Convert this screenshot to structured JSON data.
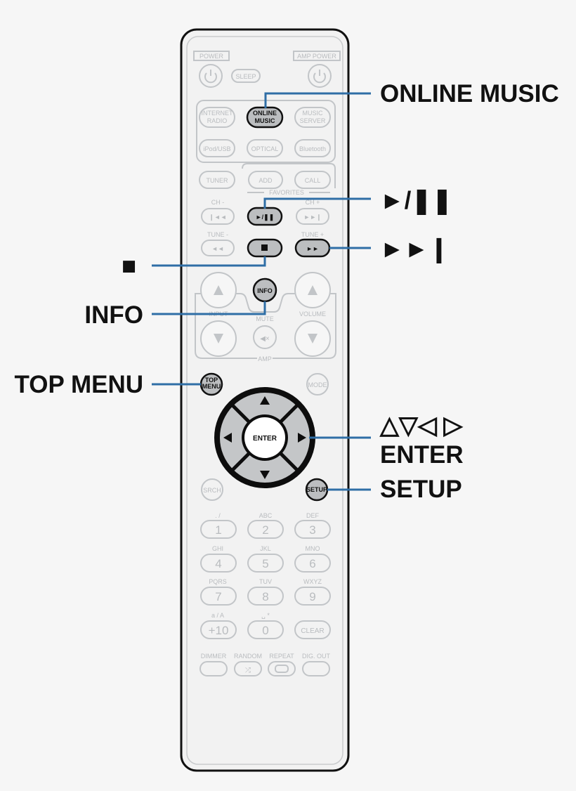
{
  "remote": {
    "power_label": "POWER",
    "amp_power_label": "AMP POWER",
    "sleep_label": "SLEEP",
    "source_buttons": [
      "INTERNET RADIO",
      "ONLINE MUSIC",
      "MUSIC SERVER",
      "iPod/USB",
      "OPTICAL",
      "Bluetooth",
      "TUNER",
      "ADD",
      "CALL"
    ],
    "favorites_label": "FAVORITES",
    "ch_minus_label": "CH -",
    "ch_plus_label": "CH +",
    "tune_minus_label": "TUNE -",
    "tune_plus_label": "TUNE +",
    "play_pause_glyph": "►/❚❚",
    "stop_glyph": "■",
    "fast_forward_glyph": "►►",
    "rewind_glyph": "◄◄",
    "info_label": "INFO",
    "input_label": "INPUT",
    "mute_label": "MUTE",
    "volume_label": "VOLUME",
    "amp_label": "AMP",
    "top_menu_label": "TOP MENU",
    "mode_label": "MODE",
    "enter_label": "ENTER",
    "search_label": "SRCH",
    "setup_label": "SETUP",
    "number_letters": [
      ". /",
      "ABC",
      "DEF",
      "GHI",
      "JKL",
      "MNO",
      "PQRS",
      "TUV",
      "WXYZ",
      "a / A",
      "␣ *"
    ],
    "number_keys": [
      "1",
      "2",
      "3",
      "4",
      "5",
      "6",
      "7",
      "8",
      "9",
      "+10",
      "0"
    ],
    "clear_label": "CLEAR",
    "bottom_labels": [
      "DIMMER",
      "RANDOM",
      "REPEAT",
      "DIG. OUT"
    ]
  },
  "callouts": {
    "online_music": "ONLINE MUSIC",
    "play_pause": "►/❚❚",
    "skip_next": "►►❙",
    "stop": "■",
    "info": "INFO",
    "top_menu": "TOP MENU",
    "cursor": "△▽◁ ▷",
    "enter": "ENTER",
    "setup": "SETUP"
  },
  "colors": {
    "leader_line": "#2f6ea6",
    "highlight_fill": "#bcbec0",
    "faint_outline": "#c2c5c8"
  }
}
